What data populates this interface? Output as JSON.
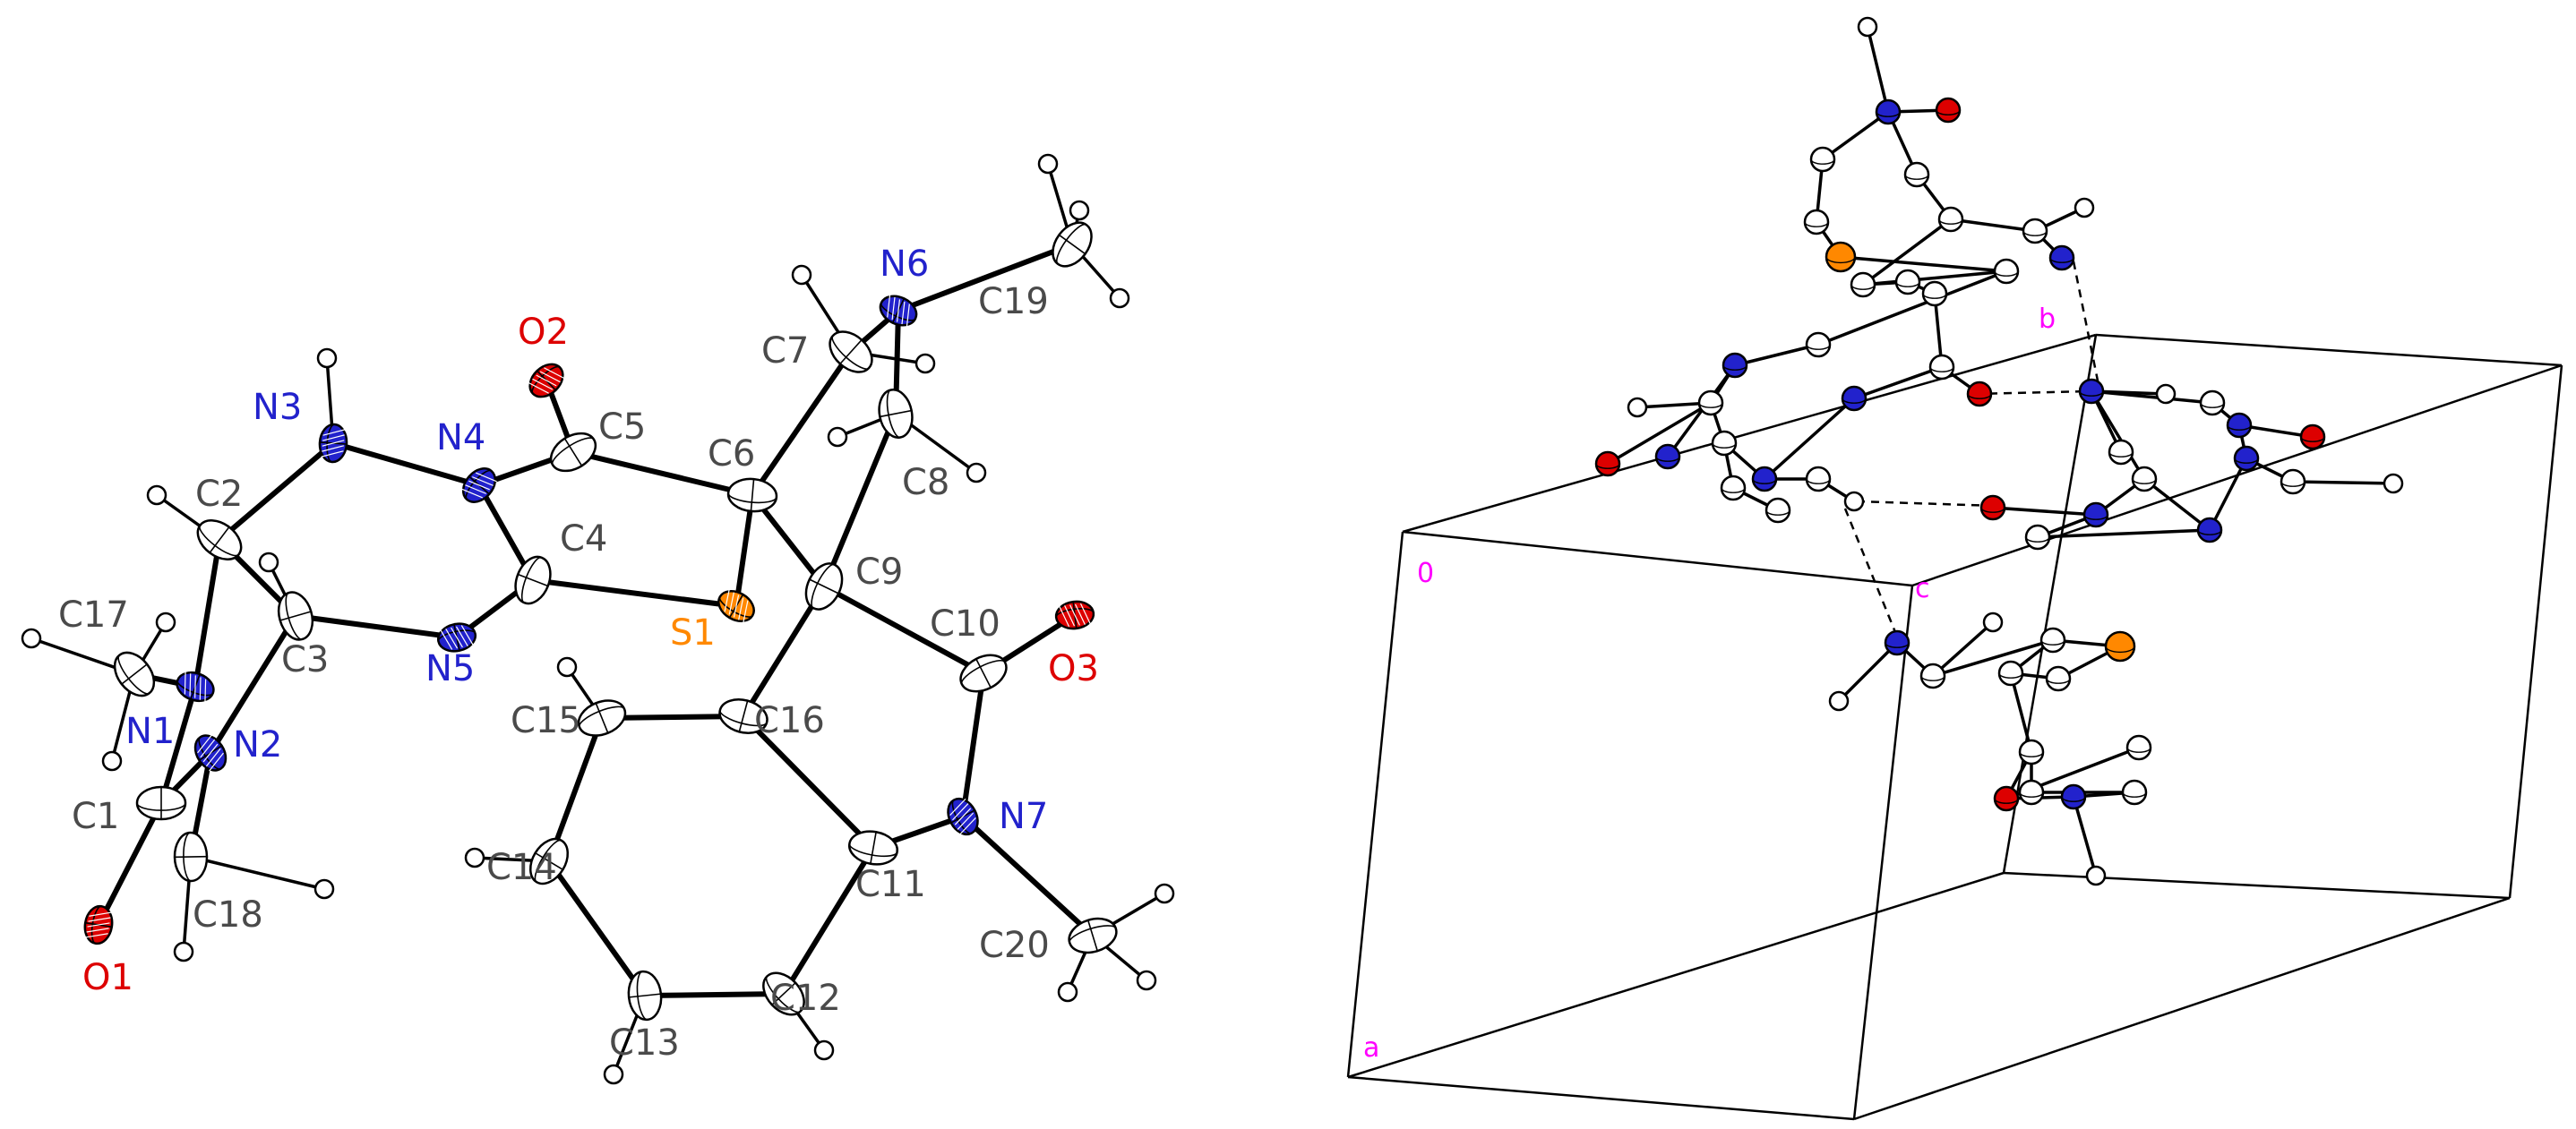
{
  "left_panel": {
    "atoms": [
      {
        "id": "C1",
        "label": "C1",
        "element": "C"
      },
      {
        "id": "C2",
        "label": "C2",
        "element": "C"
      },
      {
        "id": "C3",
        "label": "C3",
        "element": "C"
      },
      {
        "id": "C4",
        "label": "C4",
        "element": "C"
      },
      {
        "id": "C5",
        "label": "C5",
        "element": "C"
      },
      {
        "id": "C6",
        "label": "C6",
        "element": "C"
      },
      {
        "id": "C7",
        "label": "C7",
        "element": "C"
      },
      {
        "id": "C8",
        "label": "C8",
        "element": "C"
      },
      {
        "id": "C9",
        "label": "C9",
        "element": "C"
      },
      {
        "id": "C10",
        "label": "C10",
        "element": "C"
      },
      {
        "id": "C11",
        "label": "C11",
        "element": "C"
      },
      {
        "id": "C12",
        "label": "C12",
        "element": "C"
      },
      {
        "id": "C13",
        "label": "C13",
        "element": "C"
      },
      {
        "id": "C14",
        "label": "C14",
        "element": "C"
      },
      {
        "id": "C15",
        "label": "C15",
        "element": "C"
      },
      {
        "id": "C16",
        "label": "C16",
        "element": "C"
      },
      {
        "id": "C17",
        "label": "C17",
        "element": "C"
      },
      {
        "id": "C18",
        "label": "C18",
        "element": "C"
      },
      {
        "id": "C19",
        "label": "C19",
        "element": "C"
      },
      {
        "id": "C20",
        "label": "C20",
        "element": "C"
      },
      {
        "id": "N1",
        "label": "N1",
        "element": "N"
      },
      {
        "id": "N2",
        "label": "N2",
        "element": "N"
      },
      {
        "id": "N3",
        "label": "N3",
        "element": "N"
      },
      {
        "id": "N4",
        "label": "N4",
        "element": "N"
      },
      {
        "id": "N5",
        "label": "N5",
        "element": "N"
      },
      {
        "id": "N6",
        "label": "N6",
        "element": "N"
      },
      {
        "id": "N7",
        "label": "N7",
        "element": "N"
      },
      {
        "id": "O1",
        "label": "O1",
        "element": "O"
      },
      {
        "id": "O2",
        "label": "O2",
        "element": "O"
      },
      {
        "id": "O3",
        "label": "O3",
        "element": "O"
      },
      {
        "id": "S1",
        "label": "S1",
        "element": "S"
      }
    ],
    "bonds": [
      [
        "C1",
        "N1"
      ],
      [
        "C1",
        "N2"
      ],
      [
        "C1",
        "O1"
      ],
      [
        "N1",
        "C2"
      ],
      [
        "N1",
        "C17"
      ],
      [
        "N2",
        "C3"
      ],
      [
        "N2",
        "C18"
      ],
      [
        "C2",
        "C3"
      ],
      [
        "C2",
        "N3"
      ],
      [
        "C3",
        "N5"
      ],
      [
        "N3",
        "N4"
      ],
      [
        "N4",
        "C4"
      ],
      [
        "N4",
        "C5"
      ],
      [
        "C4",
        "N5"
      ],
      [
        "C4",
        "S1"
      ],
      [
        "C5",
        "O2"
      ],
      [
        "C5",
        "C6"
      ],
      [
        "C6",
        "S1"
      ],
      [
        "C6",
        "C7"
      ],
      [
        "C6",
        "C9"
      ],
      [
        "C7",
        "N6"
      ],
      [
        "N6",
        "C8"
      ],
      [
        "N6",
        "C19"
      ],
      [
        "C8",
        "C9"
      ],
      [
        "C9",
        "C10"
      ],
      [
        "C9",
        "C16"
      ],
      [
        "C10",
        "O3"
      ],
      [
        "C10",
        "N7"
      ],
      [
        "N7",
        "C11"
      ],
      [
        "N7",
        "C20"
      ],
      [
        "C11",
        "C12"
      ],
      [
        "C11",
        "C16"
      ],
      [
        "C12",
        "C13"
      ],
      [
        "C13",
        "C14"
      ],
      [
        "C14",
        "C15"
      ],
      [
        "C15",
        "C16"
      ]
    ]
  },
  "right_panel": {
    "axis_labels": {
      "origin": "0",
      "a": "a",
      "b": "b",
      "c": "c"
    }
  },
  "colors": {
    "C": "#ffffff",
    "N": "#2222cc",
    "O": "#dd0000",
    "S": "#ff8800",
    "H": "#ffffff",
    "label_C": "#4a4a4a",
    "cell": "#000000",
    "axis_label": "#ff00ff"
  }
}
